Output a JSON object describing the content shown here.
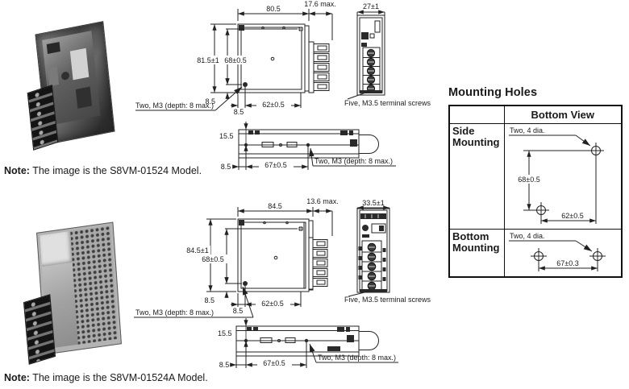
{
  "drawing1": {
    "body_width": "80.5",
    "terminal_depth": "17.6 max.",
    "front_width": "27±1",
    "body_height": "81.5±1",
    "hole_pitch_v": "68±0.5",
    "hole_offset_bottom": "8.5",
    "hole_offset_left": "8.5",
    "hole_pitch_h": "62±0.5",
    "m3_note": "Two, M3 (depth: 8 max.)",
    "terminal_note": "Five, M3.5 terminal screws",
    "bottom_view": {
      "height": "15.5",
      "hole_offset": "8.5",
      "hole_pitch": "67±0.5",
      "m3_note": "Two, M3 (depth: 8 max.)"
    },
    "note_label": "Note:",
    "note_text": "The image is the S8VM-01524 Model."
  },
  "drawing2": {
    "body_width": "84.5",
    "terminal_depth": "13.6 max.",
    "front_width": "33.5±1",
    "body_height": "84.5±1",
    "hole_pitch_v": "68±0.5",
    "hole_offset_bottom": "8.5",
    "hole_offset_left": "8.5",
    "hole_pitch_h": "62±0.5",
    "m3_note": "Two, M3 (depth: 8 max.)",
    "terminal_note": "Five, M3.5 terminal screws",
    "bottom_view": {
      "height": "15.5",
      "hole_offset": "8.5",
      "hole_pitch": "67±0.5",
      "m3_note": "Two, M3 (depth: 8 max.)"
    },
    "note_label": "Note:",
    "note_text": "The image is the S8VM-01524A Model."
  },
  "mounting_holes": {
    "title": "Mounting Holes",
    "col_header": "Bottom View",
    "side": {
      "label": "Side Mounting",
      "holes_note": "Two, 4 dia.",
      "pitch_v": "68±0.5",
      "pitch_h": "62±0.5"
    },
    "bottom": {
      "label": "Bottom Mounting",
      "holes_note": "Two, 4 dia.",
      "pitch_h": "67±0.3"
    }
  }
}
